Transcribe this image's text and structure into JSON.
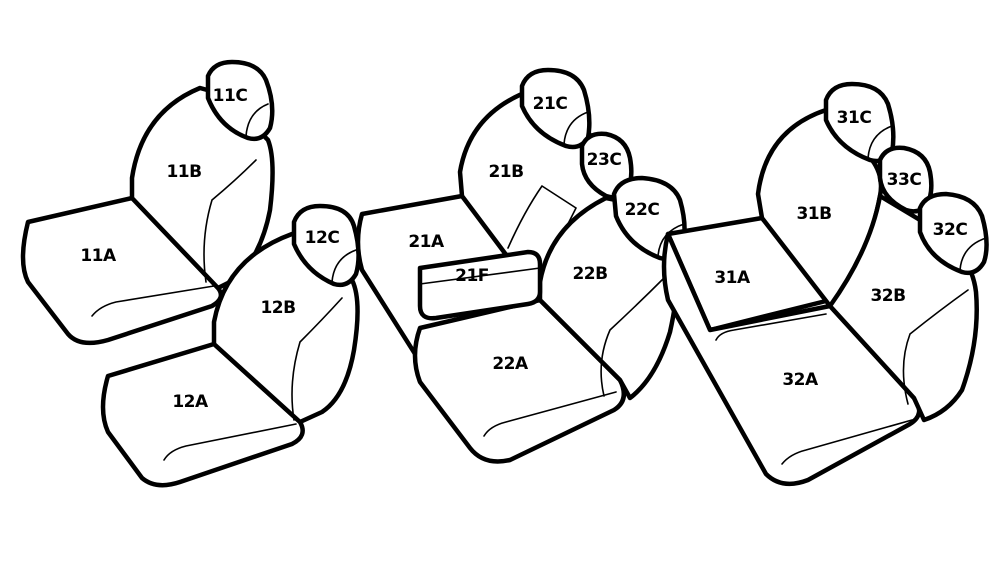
{
  "labels": {
    "11A": "11A",
    "11B": "11B",
    "11C": "11C",
    "12A": "12A",
    "12B": "12B",
    "12C": "12C",
    "21A": "21A",
    "21B": "21B",
    "21C": "21C",
    "21F": "21F",
    "22A": "22A",
    "22B": "22B",
    "22C": "22C",
    "23C": "23C",
    "31A": "31A",
    "31B": "31B",
    "31C": "31C",
    "32A": "32A",
    "32B": "32B",
    "32C": "32C",
    "33C": "33C"
  }
}
